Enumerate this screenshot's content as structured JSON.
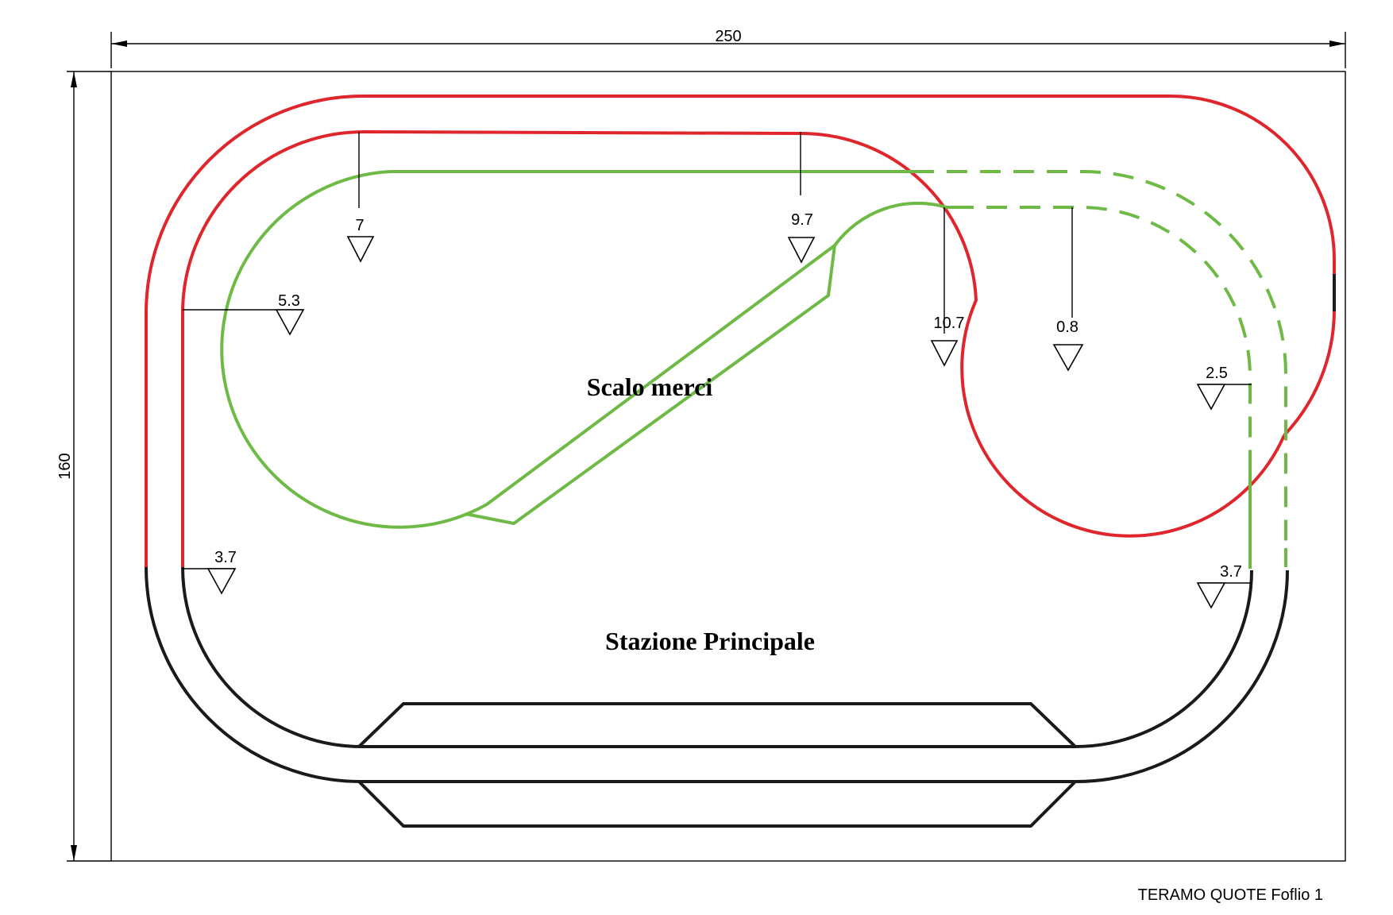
{
  "dimensions": {
    "width_label": "250",
    "height_label": "160"
  },
  "areas": {
    "freight_yard": "Scalo merci",
    "main_station": "Stazione Principale"
  },
  "elevations": [
    {
      "id": "e7",
      "label": "7"
    },
    {
      "id": "e97",
      "label": "9.7"
    },
    {
      "id": "e53",
      "label": "5.3"
    },
    {
      "id": "e107",
      "label": "10.7"
    },
    {
      "id": "e08",
      "label": "0.8"
    },
    {
      "id": "e25",
      "label": "2.5"
    },
    {
      "id": "e37l",
      "label": "3.7"
    },
    {
      "id": "e37r",
      "label": "3.7"
    }
  ],
  "colors": {
    "upper_track": "#e0262d",
    "lower_track": "#6fba46",
    "station_track": "#1a1a1a"
  },
  "footer": {
    "sheet_label": "TERAMO QUOTE Foflio 1"
  }
}
